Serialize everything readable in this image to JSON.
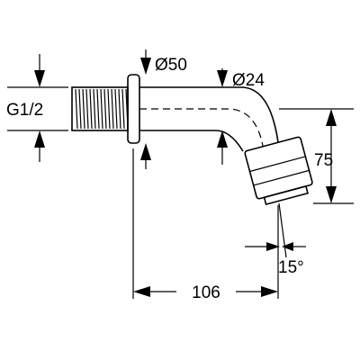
{
  "dimensions": {
    "thread": "G1/2",
    "flange_diameter": "Ø50",
    "pipe_diameter": "Ø24",
    "height": "75",
    "length": "106",
    "angle": "15°"
  }
}
